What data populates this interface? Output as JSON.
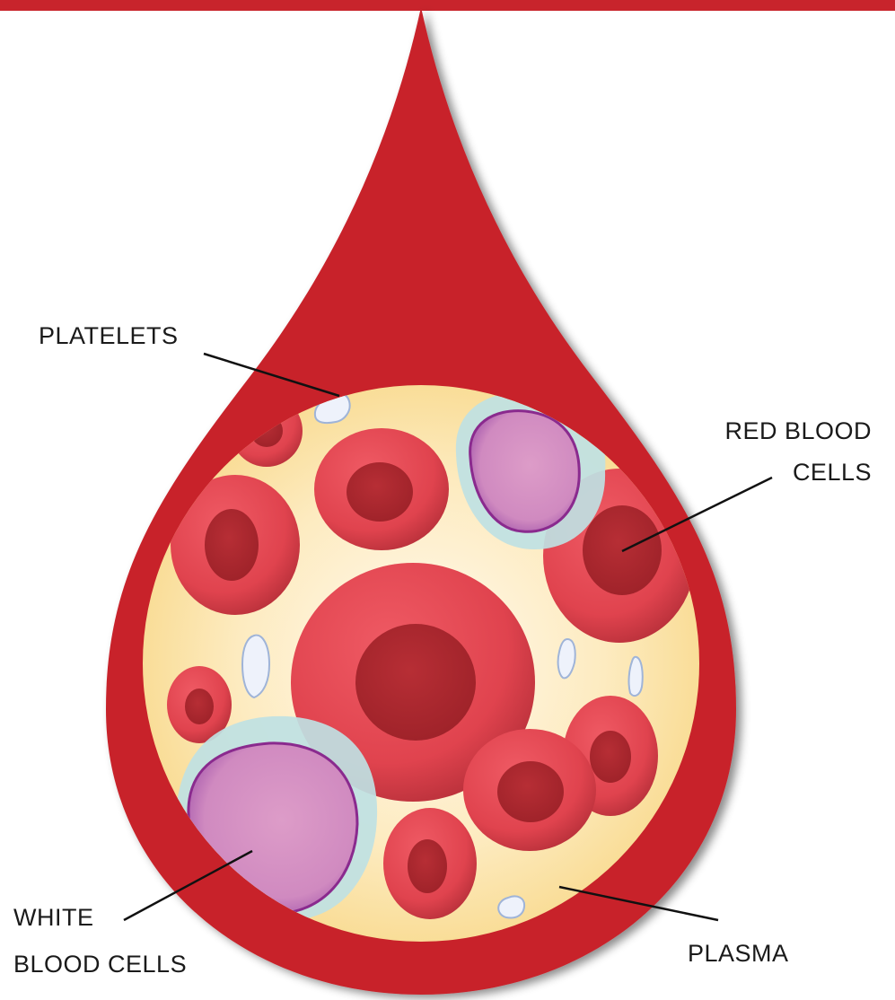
{
  "labels": {
    "platelets": "PLATELETS",
    "red_blood_cells_line1": "RED BLOOD",
    "red_blood_cells_line2": "CELLS",
    "white_blood_cells_line1": "WHITE",
    "white_blood_cells_line2": "BLOOD CELLS",
    "plasma": "PLASMA"
  },
  "colors": {
    "drop": "#c8242c",
    "plasma": "#fbe3a6",
    "red_cell": "#e84a55",
    "red_cell_core": "#b02a30",
    "white_cell": "#d592c4",
    "white_cell_halo": "#b8dde0",
    "platelet": "#eef2fb"
  }
}
